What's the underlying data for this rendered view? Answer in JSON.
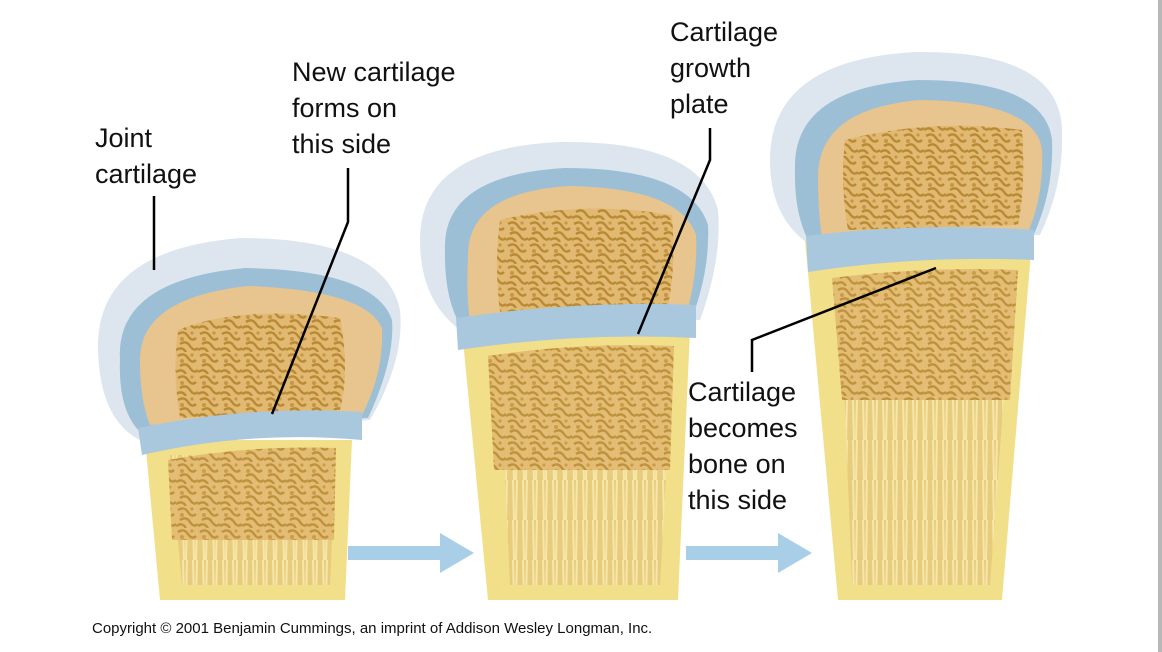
{
  "labels": {
    "joint_cartilage": [
      "Joint",
      "cartilage"
    ],
    "new_cartilage": [
      "New cartilage",
      "forms on",
      "this side"
    ],
    "growth_plate": [
      "Cartilage",
      "growth",
      "plate"
    ],
    "becomes_bone": [
      "Cartilage",
      "becomes",
      "bone on",
      "this side"
    ]
  },
  "copyright": "Copyright © 2001 Benjamin Cummings, an imprint of Addison Wesley Longman, Inc.",
  "colors": {
    "cartilage_cap": "#dde6ee",
    "cartilage_blue": "#9dbfd6",
    "bone_tan": "#e8c48f",
    "spongy_bone": "#c9a04a",
    "cortical_yellow": "#f2df8a",
    "arrow_blue": "#a9cfe8"
  }
}
